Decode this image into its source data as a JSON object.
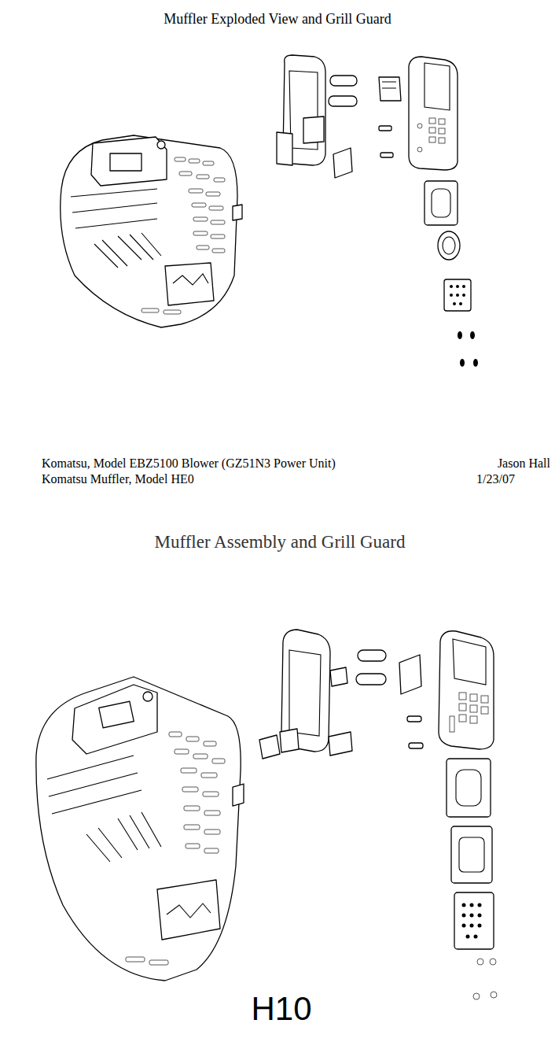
{
  "diagram": {
    "title": "Muffler Exploded View and Grill Guard",
    "labels": [
      "Komatsu, Model EBZ5100 Blower (GZ51N3 Power Unit)",
      "Jason Hall",
      "Komatsu Muffler, Model HE0",
      "1/23/07",
      "Muffler Assembly and Grill Guard",
      "H10"
    ]
  }
}
